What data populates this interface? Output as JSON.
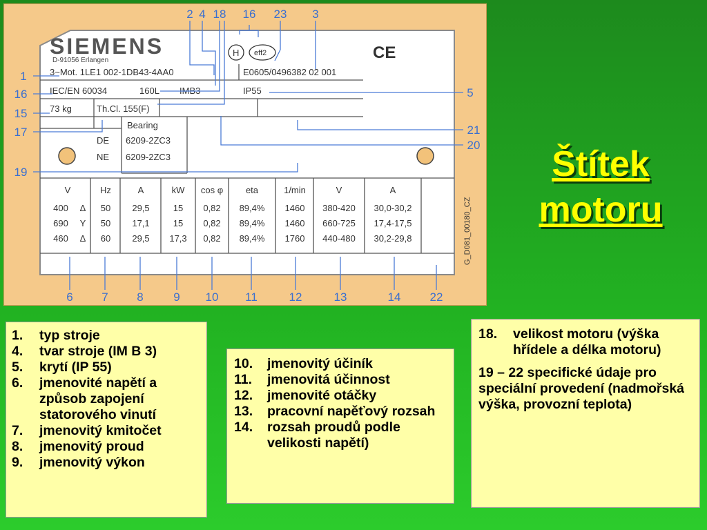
{
  "title": {
    "line1": "Štítek",
    "line2": "motoru"
  },
  "plate": {
    "brand": "SIEMENS",
    "address": "D-91056 Erlangen",
    "motor_type": "3~Mot. 1LE1 002-1DB43-4AA0",
    "serial": "E0605/0496382 02 001",
    "standard": "IEC/EN 60034",
    "frame": "160L",
    "mounting": "IMB3",
    "protection": "IP55",
    "weight": "73 kg",
    "thermal_class": "Th.Cl. 155(F)",
    "bearing_label": "Bearing",
    "bearing_de_label": "DE",
    "bearing_de": "6209-2ZC3",
    "bearing_ne_label": "NE",
    "bearing_ne": "6209-2ZC3",
    "ce_mark": "CE",
    "eff_mark": "eff2",
    "side_code": "G_D081_00180_CZ",
    "table_headers": [
      "V",
      "Hz",
      "A",
      "kW",
      "cos φ",
      "eta",
      "1/min",
      "V",
      "A"
    ],
    "table_rows": [
      [
        "400",
        "Δ",
        "50",
        "29,5",
        "15",
        "0,82",
        "89,4%",
        "1460",
        "380-420",
        "30,0-30,2"
      ],
      [
        "690",
        "Y",
        "50",
        "17,1",
        "15",
        "0,82",
        "89,4%",
        "1460",
        "660-725",
        "17,4-17,5"
      ],
      [
        "460",
        "Δ",
        "60",
        "29,5",
        "17,3",
        "0,82",
        "89,4%",
        "1760",
        "440-480",
        "30,2-29,8"
      ]
    ]
  },
  "callouts": {
    "top": [
      "2",
      "4",
      "18",
      "16",
      "23",
      "3"
    ],
    "left": [
      "1",
      "16",
      "15",
      "17",
      "19"
    ],
    "right": [
      "5",
      "21",
      "20"
    ],
    "bottom": [
      "6",
      "7",
      "8",
      "9",
      "10",
      "11",
      "12",
      "13",
      "14",
      "22"
    ]
  },
  "legend_left": [
    {
      "num": "1.",
      "text": "typ stroje"
    },
    {
      "num": "4.",
      "text": "tvar stroje (IM B 3)"
    },
    {
      "num": "5.",
      "text": "krytí (IP 55)"
    },
    {
      "num": "6.",
      "text": "jmenovité napětí a způsob zapojení statorového vinutí"
    },
    {
      "num": "7.",
      "text": "jmenovitý kmitočet"
    },
    {
      "num": "8.",
      "text": "jmenovitý proud"
    },
    {
      "num": "9.",
      "text": "jmenovitý výkon"
    }
  ],
  "legend_middle": [
    {
      "num": "10.",
      "text": "jmenovitý účiník"
    },
    {
      "num": "11.",
      "text": "jmenovitá účinnost"
    },
    {
      "num": "12.",
      "text": "jmenovité otáčky"
    },
    {
      "num": "13.",
      "text": "pracovní napěťový rozsah"
    },
    {
      "num": "14.",
      "text": "rozsah proudů podle velikosti napětí)"
    }
  ],
  "legend_right": {
    "item18_num": "18.",
    "item18_text": "velikost motoru (výška hřídele a délka motoru)",
    "item19_text": "19 – 22  specifické údaje pro speciální provedení (nadmořská výška, provozní teplota)"
  }
}
